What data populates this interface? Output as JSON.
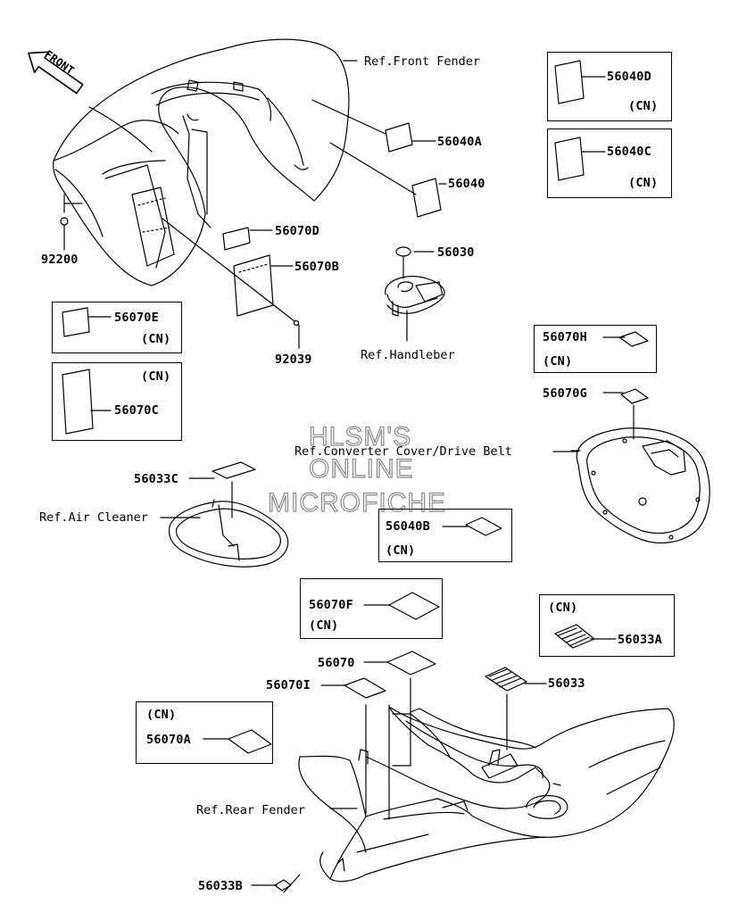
{
  "front_arrow": "FRONT",
  "refs": {
    "front_fender": "Ref.Front Fender",
    "handlebar": "Ref.Handleber",
    "converter": "Ref.Converter Cover/Drive Belt",
    "air_cleaner": "Ref.Air Cleaner",
    "rear_fender": "Ref.Rear Fender"
  },
  "parts": {
    "p56040D": "56040D",
    "p56040C": "56040C",
    "p56040A": "56040A",
    "p56040": "56040",
    "p56070D": "56070D",
    "p56070B": "56070B",
    "p92200": "92200",
    "p92039": "92039",
    "p56030": "56030",
    "p56070E": "56070E",
    "p56070C": "56070C",
    "p56070H": "56070H",
    "p56070G": "56070G",
    "p56033C": "56033C",
    "p56040B": "56040B",
    "p56070F": "56070F",
    "p56033A": "56033A",
    "p56070": "56070",
    "p56070I": "56070I",
    "p56033": "56033",
    "p56070A": "56070A",
    "p56033B": "56033B"
  },
  "cn": "(CN)",
  "watermark": {
    "line1": "HLSM'S",
    "line2": "ONLINE",
    "line3": "MICROFICHE"
  }
}
